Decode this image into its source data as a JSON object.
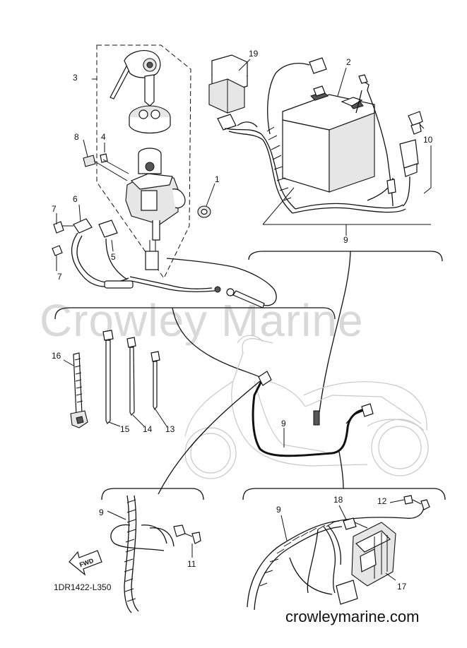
{
  "watermark": "Crowley Marine",
  "website": "crowleymarine.com",
  "diagram_code": "1DR1422-L350",
  "fwd_label": "FWD",
  "callouts": {
    "c1": "1",
    "c2": "2",
    "c3": "3",
    "c4": "4",
    "c5": "5",
    "c6": "6",
    "c7a": "7",
    "c7b": "7",
    "c8": "8",
    "c9a": "9",
    "c9b": "9",
    "c9c": "9",
    "c9d": "9",
    "c10": "10",
    "c11": "11",
    "c12": "12",
    "c13": "13",
    "c14": "14",
    "c15": "15",
    "c16": "16",
    "c17": "17",
    "c18": "18",
    "c19": "19"
  }
}
